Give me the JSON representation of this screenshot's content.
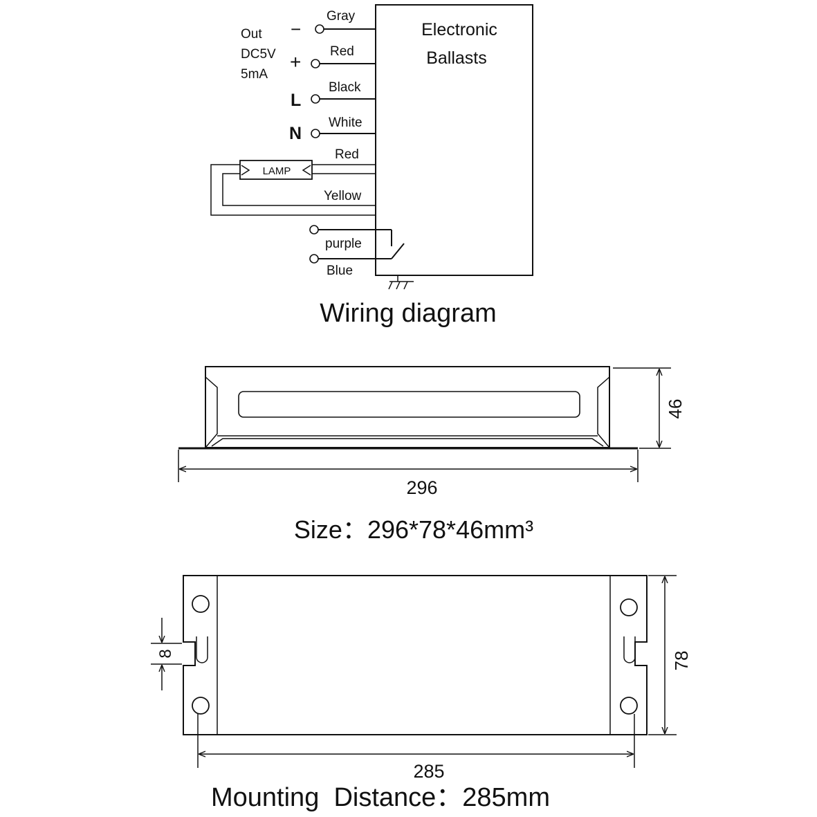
{
  "wiring": {
    "ballast_label_1": "Electronic",
    "ballast_label_2": "Ballasts",
    "out_label_1": "Out",
    "out_label_2": "DC5V",
    "out_label_3": "5mA",
    "minus_sign": "−",
    "plus_sign": "+",
    "L_label": "L",
    "N_label": "N",
    "lamp_label": "LAMP",
    "wires": {
      "gray": "Gray",
      "red_top": "Red",
      "black": "Black",
      "white": "White",
      "red_lamp": "Red",
      "yellow": "Yellow",
      "purple": "purple",
      "blue": "Blue"
    },
    "caption": "Wiring diagram"
  },
  "side_view": {
    "height_dim": "46",
    "length_dim": "296",
    "caption": "Size：296*78*46mm³"
  },
  "top_view": {
    "slot_dim": "8",
    "width_dim": "78",
    "mount_dim": "285",
    "caption": "Mounting  Distance：285mm"
  }
}
